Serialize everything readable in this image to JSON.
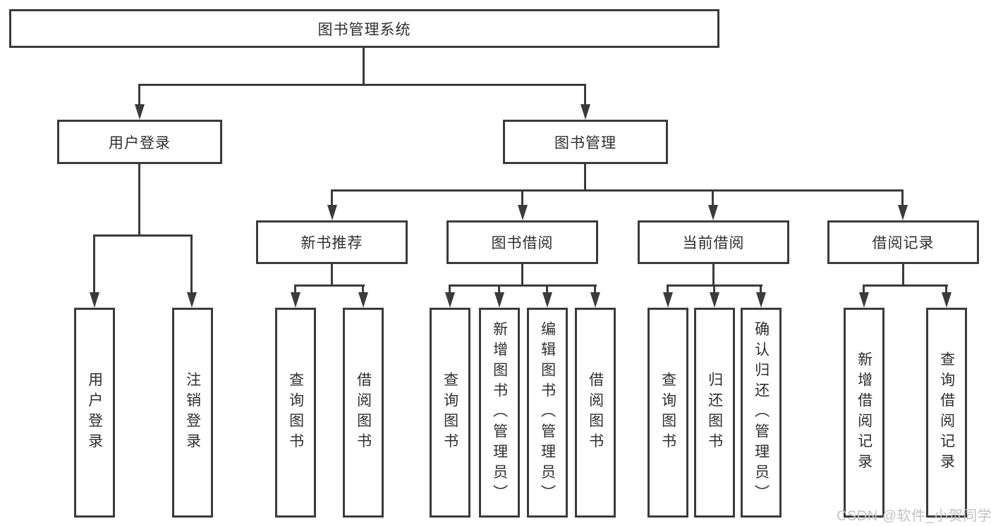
{
  "tree": {
    "root": "图书管理系统",
    "branches": [
      {
        "label": "用户登录",
        "children": [
          "用户登录",
          "注销登录"
        ]
      },
      {
        "label": "图书管理",
        "sections": [
          {
            "label": "新书推荐",
            "children": [
              "查询图书",
              "借阅图书"
            ]
          },
          {
            "label": "图书借阅",
            "children": [
              "查询图书",
              "新增图书（管理员）",
              "编辑图书（管理员）",
              "借阅图书"
            ]
          },
          {
            "label": "当前借阅",
            "children": [
              "查询图书",
              "归还图书",
              "确认归还（管理员）"
            ]
          },
          {
            "label": "借阅记录",
            "children": [
              "新增借阅记录",
              "查询借阅记录"
            ]
          }
        ]
      }
    ]
  },
  "watermark": "CSDN @软件_小贺同学",
  "colors": {
    "line": "#3b3b3b",
    "text": "#2f2f2f",
    "background": "#ffffff",
    "watermark": "#c2c2c2"
  }
}
